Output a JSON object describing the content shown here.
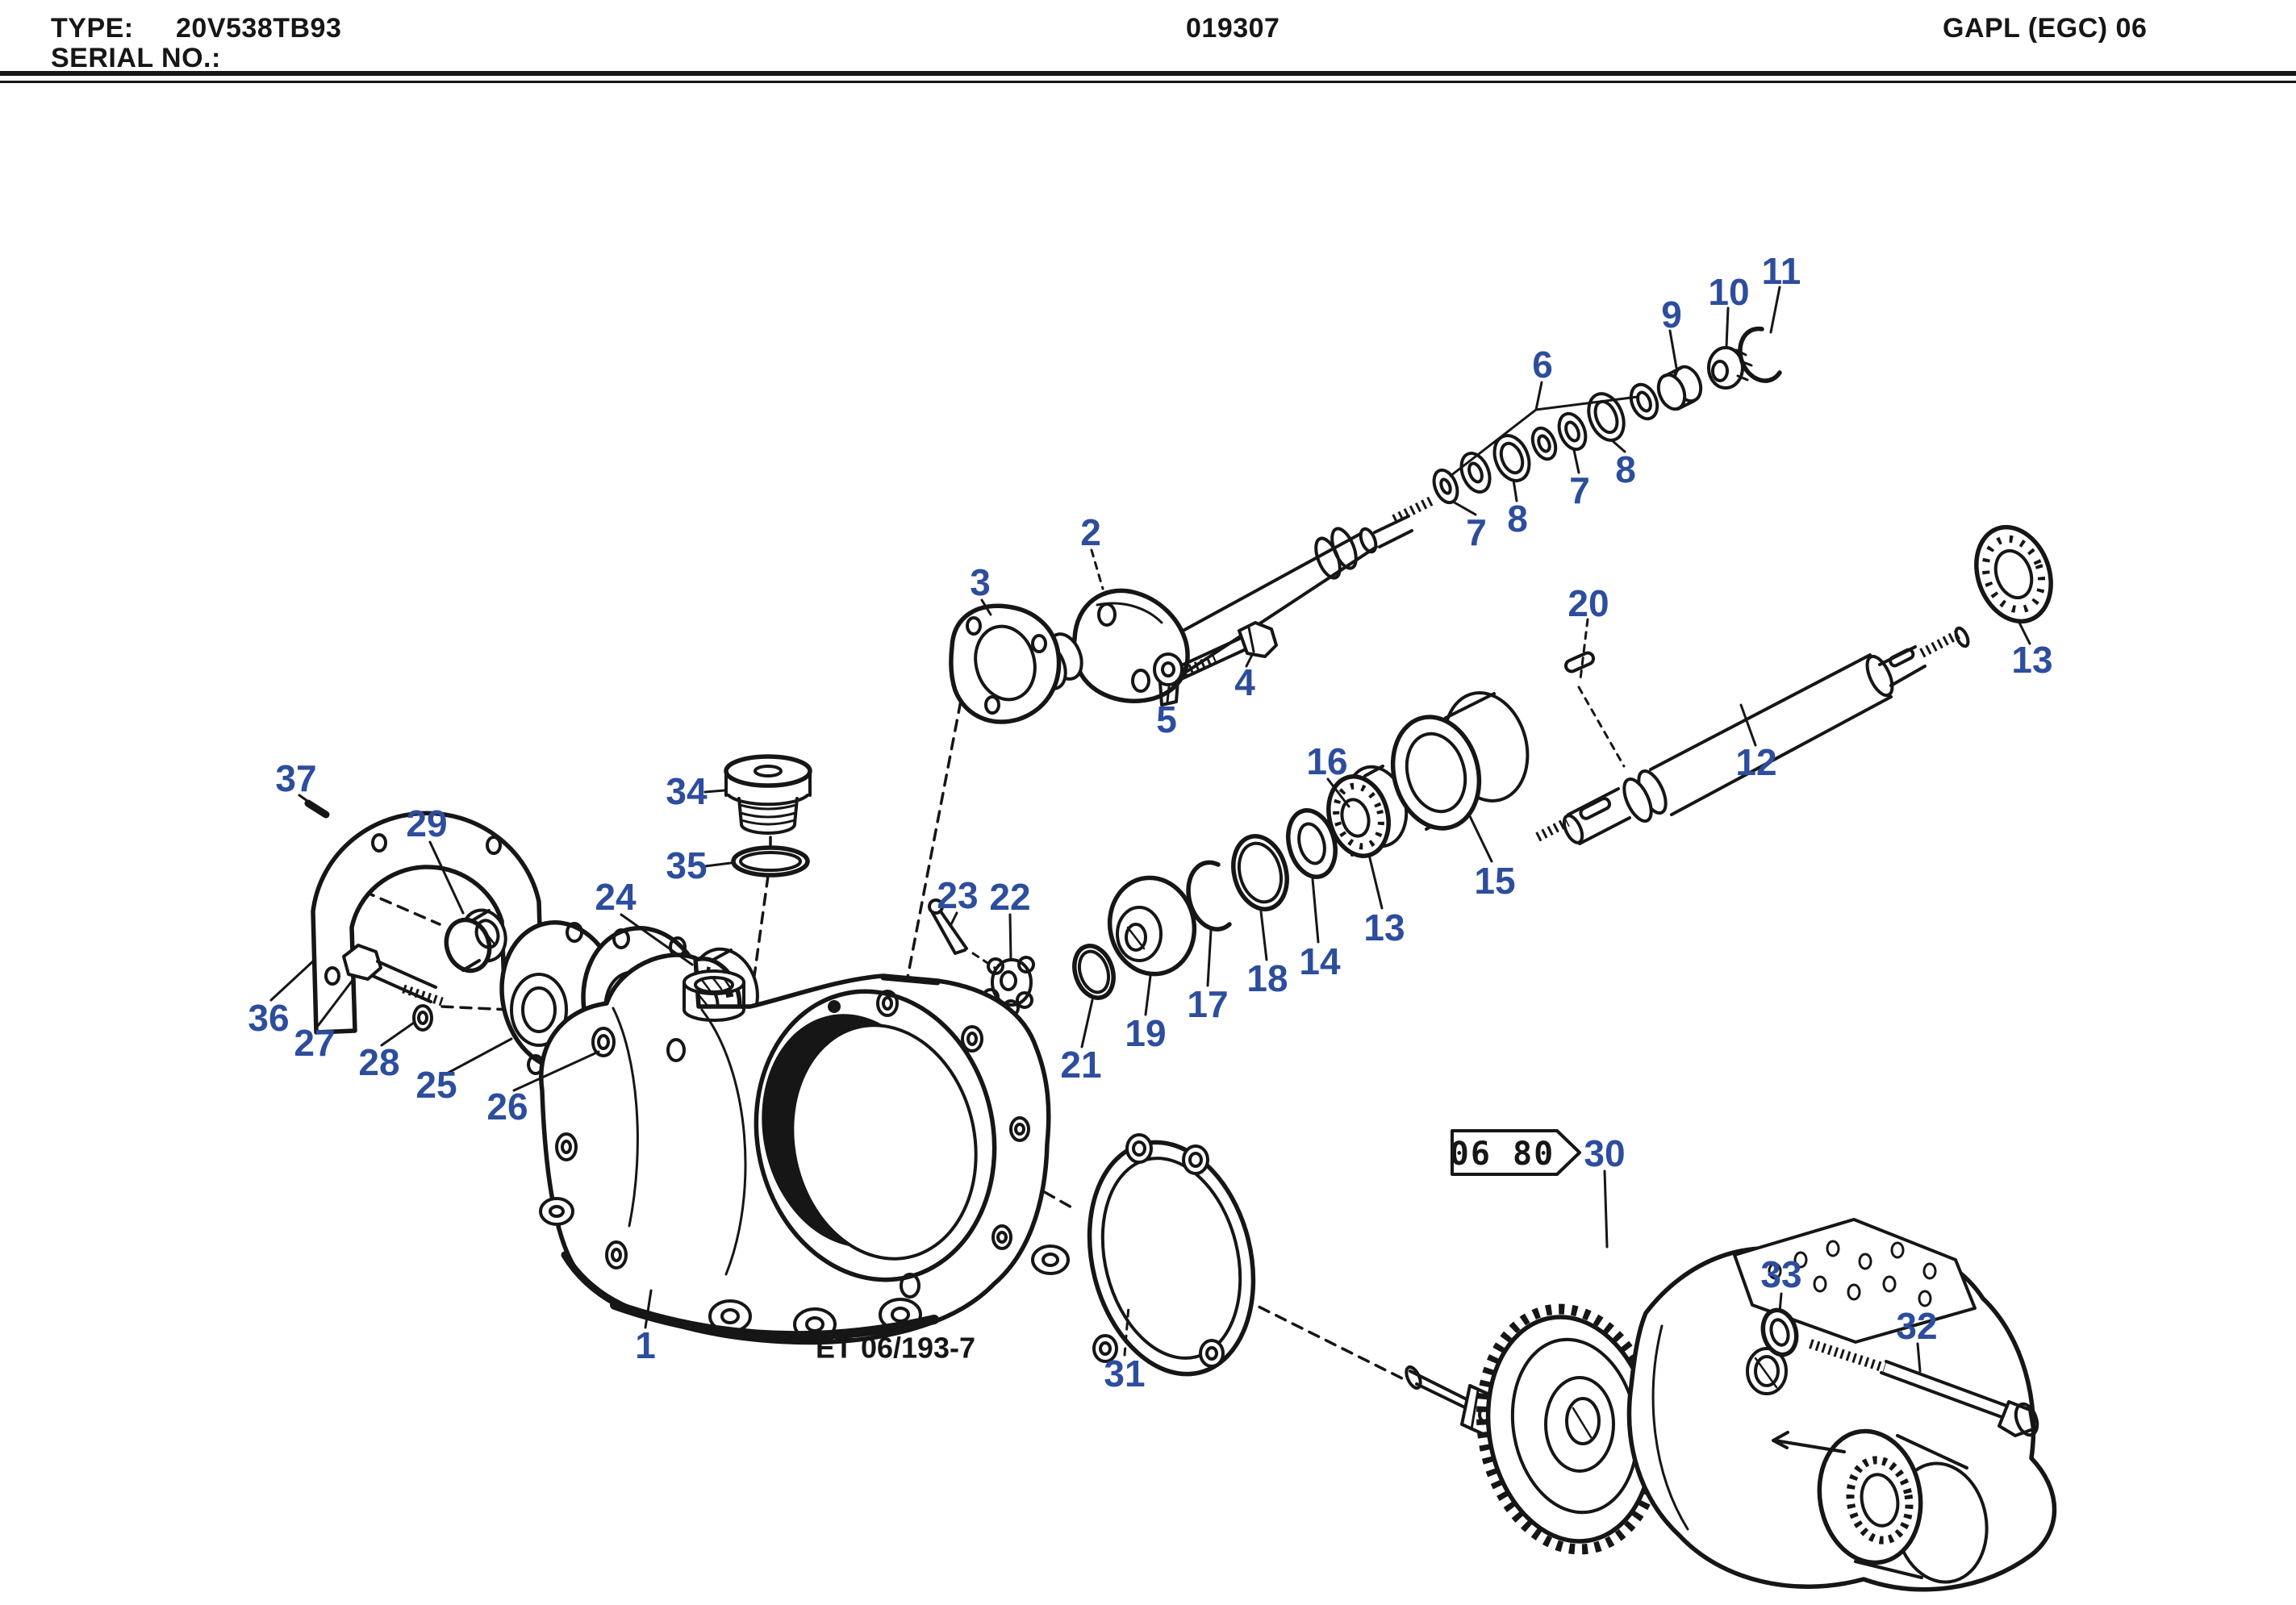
{
  "header": {
    "type_label": "TYPE:",
    "type_value": "20V538TB93",
    "serial_label": "SERIAL NO.:",
    "center_code": "019307",
    "right_code": "GAPL (EGC) 06"
  },
  "diagram": {
    "drawing_ref": "ET 06/193-7",
    "group_tag": {
      "code": "06 80",
      "points_to": "30"
    },
    "colors": {
      "callout_blue": "#2d4d9d",
      "ink": "#161616",
      "paper": "#ffffff"
    },
    "callouts": {
      "n1": "1",
      "n2": "2",
      "n3": "3",
      "n4": "4",
      "n5": "5",
      "n6": "6",
      "n7a": "7",
      "n7b": "7",
      "n8a": "8",
      "n8b": "8",
      "n9": "9",
      "n10": "10",
      "n11": "11",
      "n12": "12",
      "n13a": "13",
      "n13b": "13",
      "n14": "14",
      "n15": "15",
      "n16": "16",
      "n17": "17",
      "n18": "18",
      "n19": "19",
      "n20": "20",
      "n21": "21",
      "n22": "22",
      "n23": "23",
      "n24": "24",
      "n25": "25",
      "n26": "26",
      "n27": "27",
      "n28": "28",
      "n29": "29",
      "n30": "30",
      "n31": "31",
      "n32": "32",
      "n33": "33",
      "n34": "34",
      "n35": "35",
      "n36": "36",
      "n37": "37"
    }
  }
}
